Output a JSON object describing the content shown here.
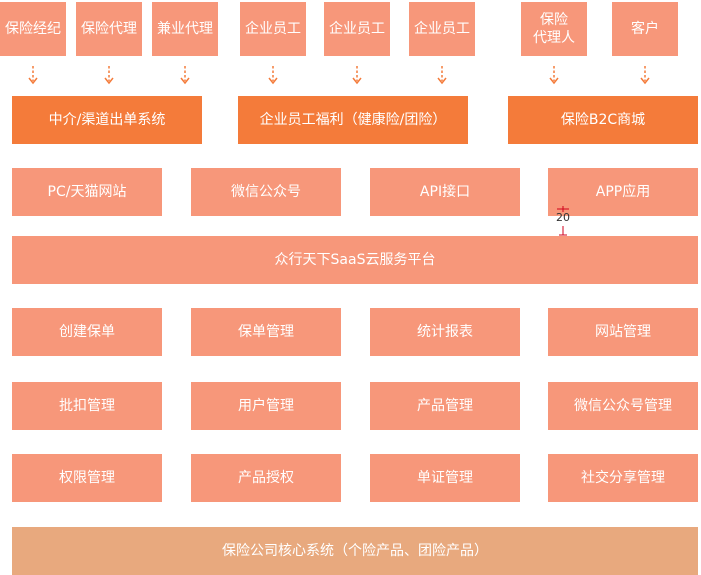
{
  "colors": {
    "top_node": "#f7977a",
    "band": "#f47b3a",
    "module": "#f7977a",
    "core": "#e8a97e",
    "arrow": "#f47b3a",
    "marker": "#d0021b"
  },
  "top_nodes": {
    "n1": "保险经纪",
    "n2": "保险代理",
    "n3": "兼业代理",
    "n4": "企业员工",
    "n5": "企业员工",
    "n6": "企业员工",
    "n7a": "保险",
    "n7b": "代理人",
    "n8": "客户"
  },
  "bands": {
    "b1": "中介/渠道出单系统",
    "b2": "企业员工福利（健康险/团险）",
    "b3": "保险B2C商城"
  },
  "channels": {
    "c1": "PC/天猫网站",
    "c2": "微信公众号",
    "c3": "API接口",
    "c4": "APP应用"
  },
  "measure_label": "20",
  "platform": "众行天下SaaS云服务平台",
  "modules": {
    "m1": "创建保单",
    "m2": "保单管理",
    "m3": "统计报表",
    "m4": "网站管理",
    "m5": "批扣管理",
    "m6": "用户管理",
    "m7": "产品管理",
    "m8": "微信公众号管理",
    "m9": "权限管理",
    "m10": "产品授权",
    "m11": "单证管理",
    "m12": "社交分享管理"
  },
  "core": "保险公司核心系统（个险产品、团险产品）"
}
